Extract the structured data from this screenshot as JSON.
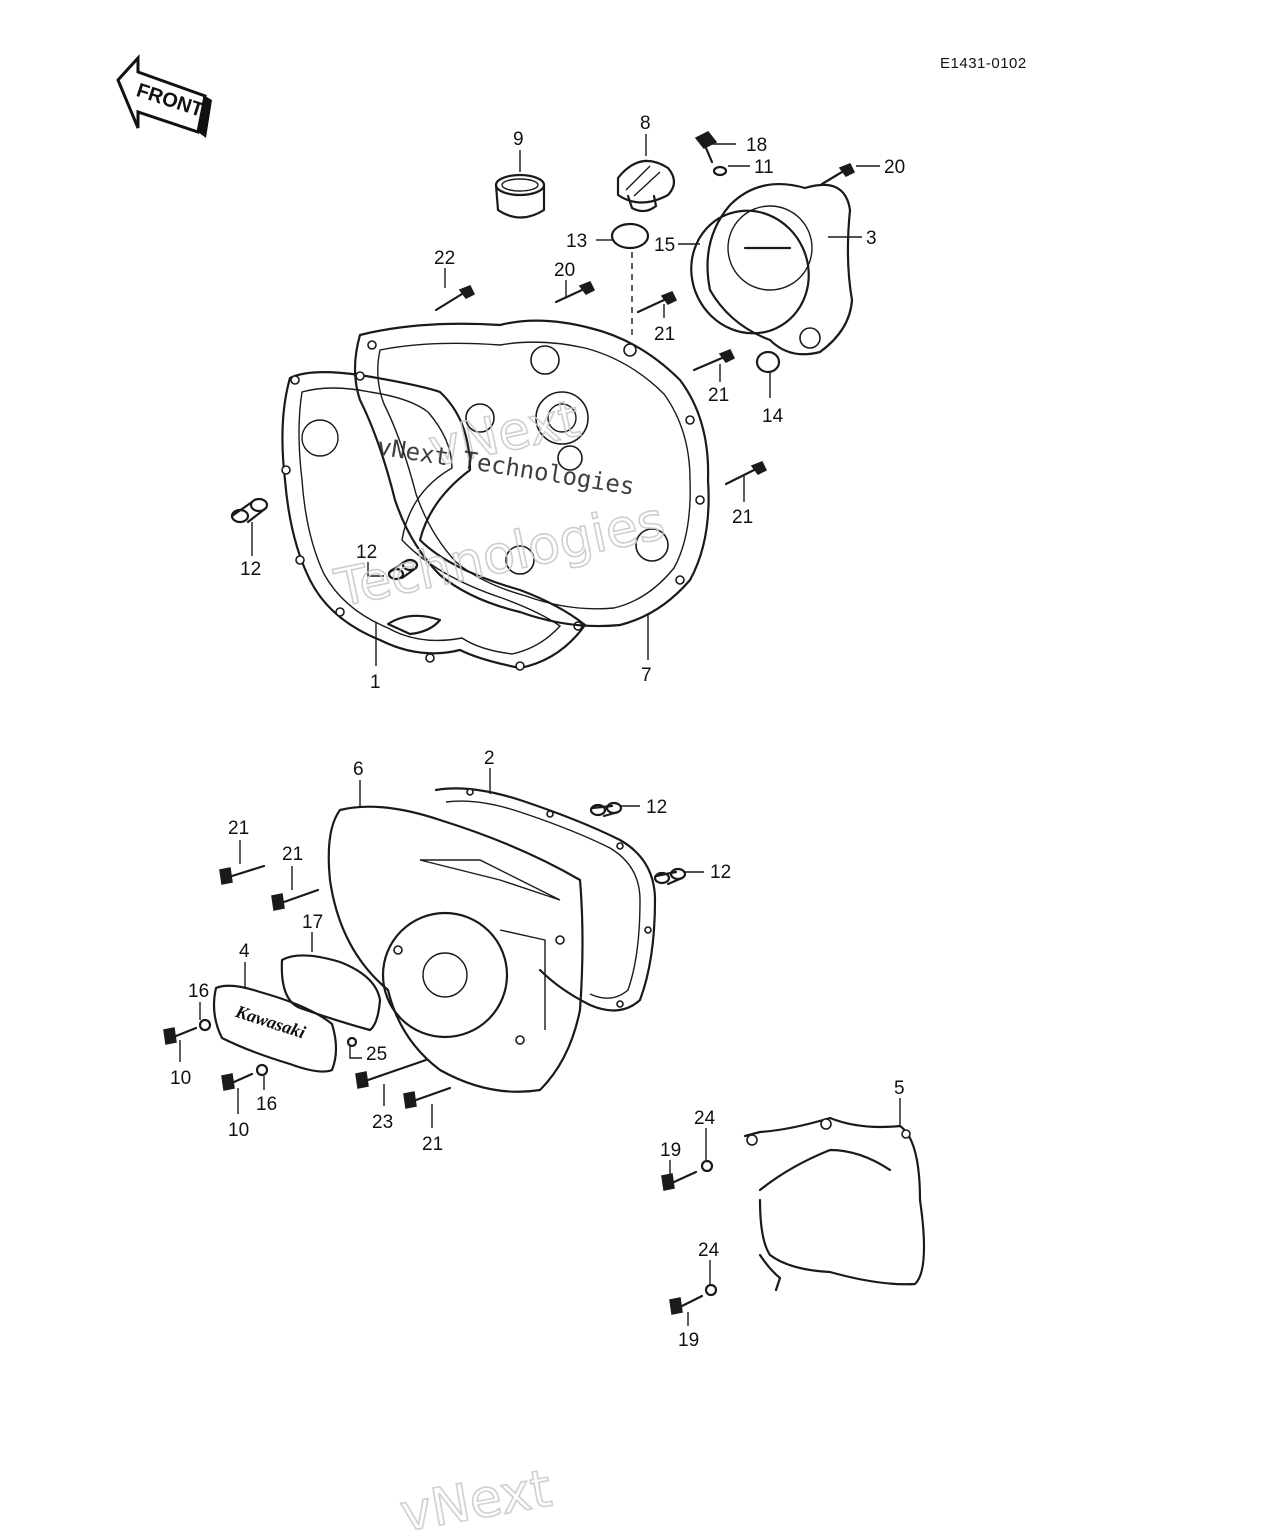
{
  "diagram_code": "E1431-0102",
  "front_label": "FRONT",
  "watermark": {
    "line1": "vNext",
    "line2": "Technologies",
    "overlay": "vNext Technologies",
    "bottom": "vNext"
  },
  "emblem_text": "Kawasaki",
  "callouts": [
    {
      "id": "c-9",
      "label": "9"
    },
    {
      "id": "c-8",
      "label": "8"
    },
    {
      "id": "c-18",
      "label": "18"
    },
    {
      "id": "c-11",
      "label": "11"
    },
    {
      "id": "c-20a",
      "label": "20"
    },
    {
      "id": "c-3",
      "label": "3"
    },
    {
      "id": "c-13",
      "label": "13"
    },
    {
      "id": "c-15",
      "label": "15"
    },
    {
      "id": "c-22",
      "label": "22"
    },
    {
      "id": "c-20b",
      "label": "20"
    },
    {
      "id": "c-21a",
      "label": "21"
    },
    {
      "id": "c-21b",
      "label": "21"
    },
    {
      "id": "c-14",
      "label": "14"
    },
    {
      "id": "c-21c",
      "label": "21"
    },
    {
      "id": "c-12a",
      "label": "12"
    },
    {
      "id": "c-12b",
      "label": "12"
    },
    {
      "id": "c-1",
      "label": "1"
    },
    {
      "id": "c-7",
      "label": "7"
    },
    {
      "id": "c-6",
      "label": "6"
    },
    {
      "id": "c-2",
      "label": "2"
    },
    {
      "id": "c-12c",
      "label": "12"
    },
    {
      "id": "c-12d",
      "label": "12"
    },
    {
      "id": "c-21d",
      "label": "21"
    },
    {
      "id": "c-21e",
      "label": "21"
    },
    {
      "id": "c-17",
      "label": "17"
    },
    {
      "id": "c-4",
      "label": "4"
    },
    {
      "id": "c-16a",
      "label": "16"
    },
    {
      "id": "c-25",
      "label": "25"
    },
    {
      "id": "c-10a",
      "label": "10"
    },
    {
      "id": "c-16b",
      "label": "16"
    },
    {
      "id": "c-10b",
      "label": "10"
    },
    {
      "id": "c-23",
      "label": "23"
    },
    {
      "id": "c-21f",
      "label": "21"
    },
    {
      "id": "c-5",
      "label": "5"
    },
    {
      "id": "c-24a",
      "label": "24"
    },
    {
      "id": "c-19a",
      "label": "19"
    },
    {
      "id": "c-24b",
      "label": "24"
    },
    {
      "id": "c-19b",
      "label": "19"
    }
  ]
}
